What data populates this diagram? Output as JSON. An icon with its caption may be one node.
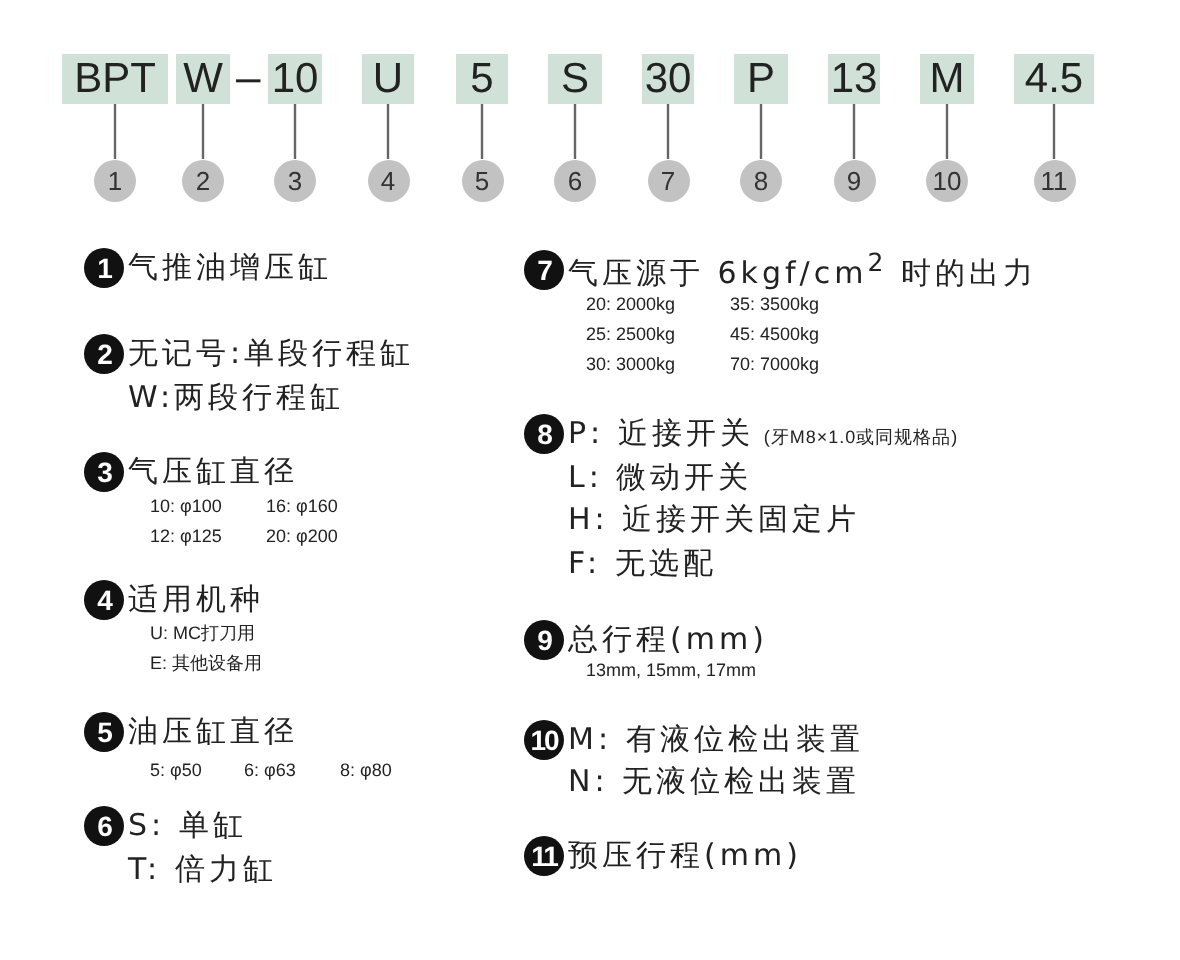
{
  "diagram": {
    "nodes": [
      {
        "text": [
          "BPT"
        ]
      },
      {
        "text": [
          "W"
        ]
      },
      {
        "text": [
          "10"
        ]
      },
      {
        "text": [
          "U"
        ]
      },
      {
        "text": [
          "5"
        ]
      },
      {
        "text": [
          "S"
        ]
      },
      {
        "text": [
          "30"
        ]
      },
      {
        "text": [
          "P"
        ]
      },
      {
        "text": [
          "13"
        ]
      },
      {
        "text": [
          "M"
        ]
      },
      {
        "text": [
          "4.5"
        ]
      },
      {
        "text": [
          "1"
        ]
      },
      {
        "text": [
          "2"
        ]
      },
      {
        "text": [
          "3"
        ]
      },
      {
        "text": [
          "4"
        ]
      },
      {
        "text": [
          "5"
        ]
      },
      {
        "text": [
          "6"
        ]
      },
      {
        "text": [
          "7"
        ]
      },
      {
        "text": [
          "8"
        ]
      },
      {
        "text": [
          "9"
        ]
      },
      {
        "text": [
          "10"
        ]
      },
      {
        "text": [
          "11"
        ]
      }
    ],
    "edges": [
      {
        "from": 0,
        "to": 11,
        "arrow": "none"
      },
      {
        "from": 1,
        "to": 12,
        "arrow": "none"
      },
      {
        "from": 2,
        "to": 13,
        "arrow": "none"
      },
      {
        "from": 3,
        "to": 14,
        "arrow": "none"
      },
      {
        "from": 4,
        "to": 15,
        "arrow": "none"
      },
      {
        "from": 5,
        "to": 16,
        "arrow": "none"
      },
      {
        "from": 6,
        "to": 17,
        "arrow": "none"
      },
      {
        "from": 7,
        "to": 18,
        "arrow": "none"
      },
      {
        "from": 8,
        "to": 19,
        "arrow": "none"
      },
      {
        "from": 9,
        "to": 20,
        "arrow": "none"
      },
      {
        "from": 10,
        "to": 21,
        "arrow": "none"
      }
    ],
    "labels": [
      "–",
      "1",
      "气推油增压缸",
      "2",
      "无记号:单段行程缸",
      "W:两段行程缸",
      "3",
      "气压缸直径",
      "10: φ100",
      "16: φ160",
      "12: φ125",
      "20: φ200",
      "4",
      "适用机种",
      "U: MC打刀用",
      "E: 其他设备用",
      "5",
      "油压缸直径",
      "5: φ50",
      "6: φ63",
      "8: φ80",
      "6",
      "S: 单缸",
      "T: 倍力缸",
      "7",
      "气压源于 6kgf/cm$^{2}$ 时的出力",
      "20: 2000kg",
      "35: 3500kg",
      "25: 2500kg",
      "45: 4500kg",
      "30: 3000kg",
      "70: 7000kg",
      "8",
      "P: 近接开关",
      "(牙M8×1.0或同规格品)",
      "L: 微动开关",
      "H: 近接开关固定片",
      "F: 无选配",
      "9",
      "总行程(mm)",
      "13mm, 15mm, 17mm",
      "10",
      "M: 有液位检出装置",
      "N: 无液位检出装置",
      "11",
      "预压行程(mm)"
    ]
  }
}
